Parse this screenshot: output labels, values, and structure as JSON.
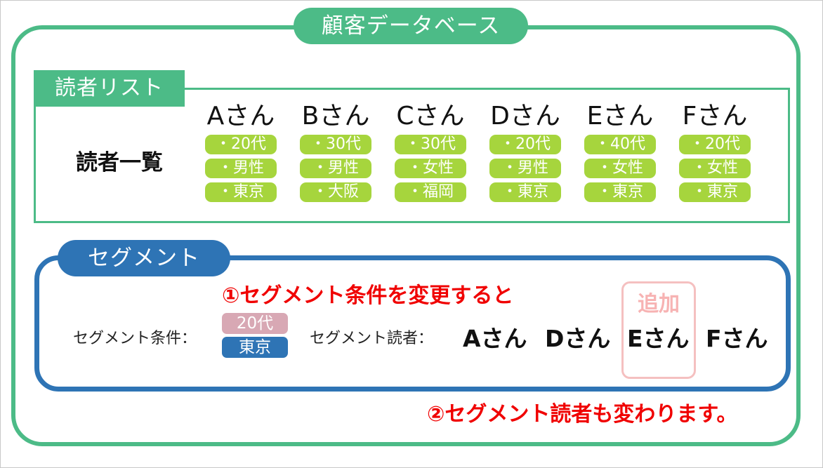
{
  "database_title": "顧客データベース",
  "reader_list": {
    "tab_label": "読者リスト",
    "row_label": "読者一覧",
    "readers": [
      {
        "name": "Aさん",
        "tags": [
          "・20代",
          "・男性",
          "・東京"
        ]
      },
      {
        "name": "Bさん",
        "tags": [
          "・30代",
          "・男性",
          "・大阪"
        ]
      },
      {
        "name": "Cさん",
        "tags": [
          "・30代",
          "・女性",
          "・福岡"
        ]
      },
      {
        "name": "Dさん",
        "tags": [
          "・20代",
          "・男性",
          "・東京"
        ]
      },
      {
        "name": "Eさん",
        "tags": [
          "・40代",
          "・女性",
          "・東京"
        ]
      },
      {
        "name": "Fさん",
        "tags": [
          "・20代",
          "・女性",
          "・東京"
        ]
      }
    ]
  },
  "segment": {
    "tab_label": "セグメント",
    "note_1": "①セグメント条件を変更すると",
    "condition_label": "セグメント条件：",
    "conditions": [
      "20代",
      "東京"
    ],
    "readers_label": "セグメント読者：",
    "segment_readers": [
      "Aさん",
      "Dさん",
      "Eさん",
      "Fさん"
    ],
    "added_label": "追加",
    "note_2": "②セグメント読者も変わります。"
  },
  "colors": {
    "green": "#4cbb87",
    "lime": "#a6d53d",
    "blue": "#2e74b5",
    "red": "#f00000",
    "pink": "#f5c0c0",
    "removed_chip": "#d8a8b4"
  }
}
